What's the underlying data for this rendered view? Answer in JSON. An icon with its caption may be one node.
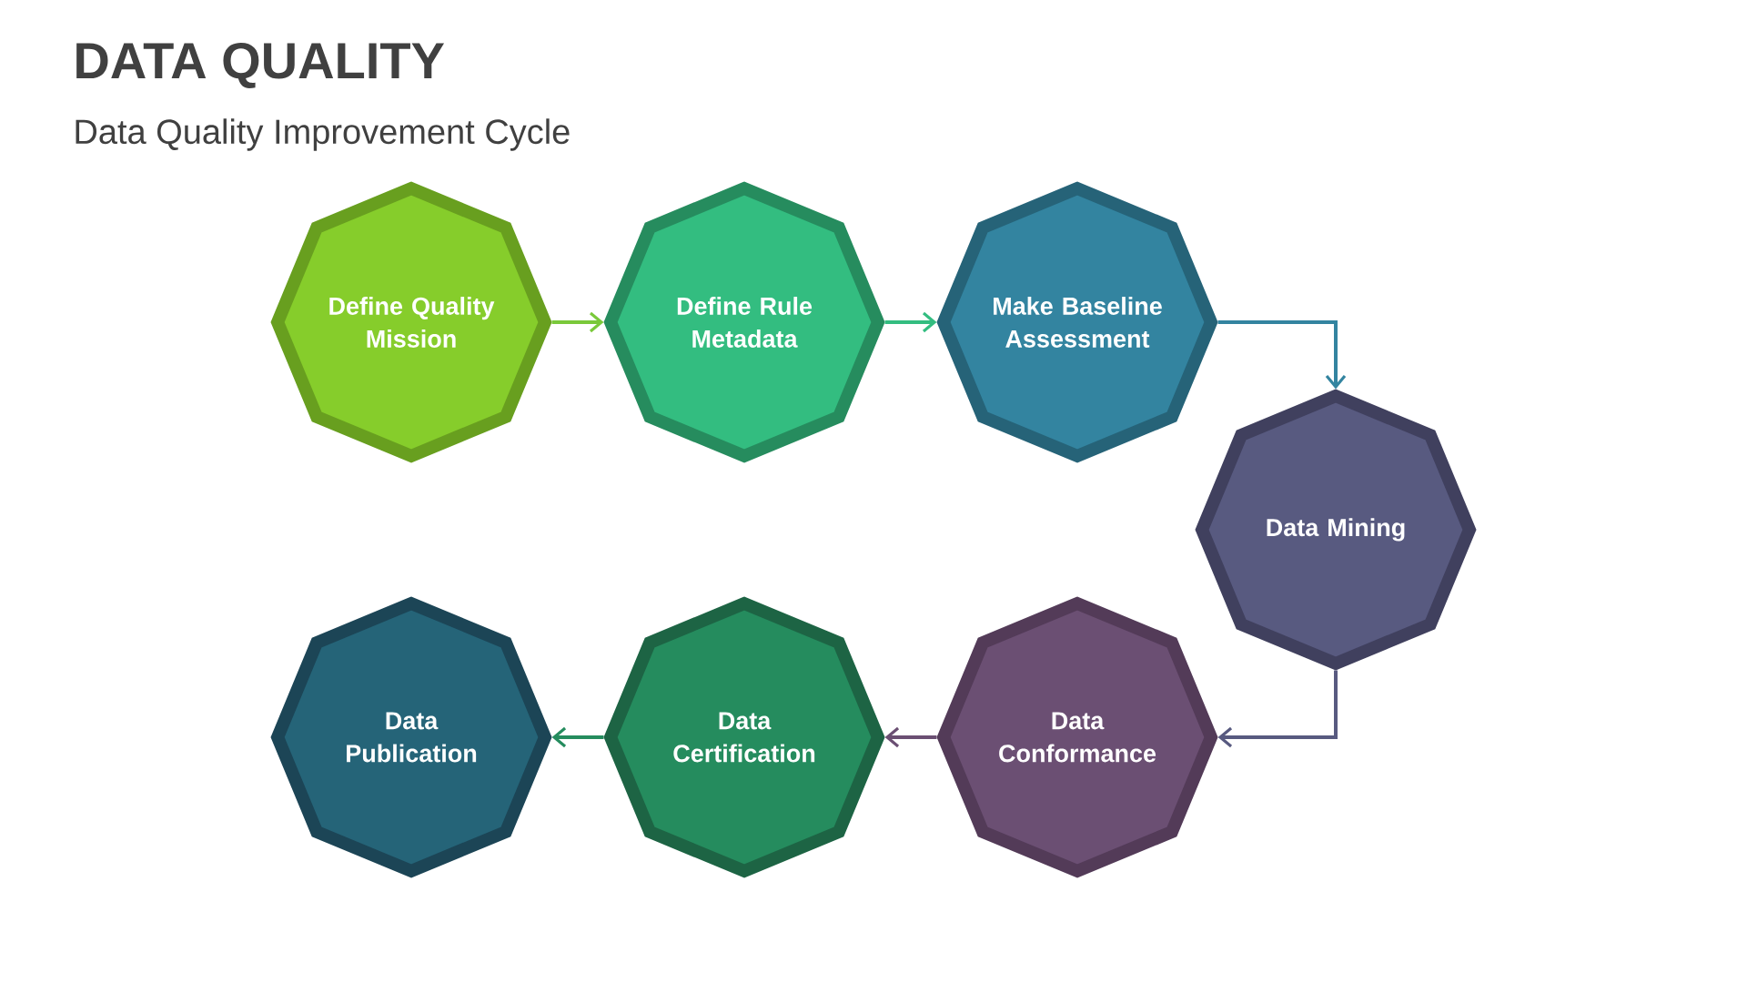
{
  "diagram": {
    "title": "DATA QUALITY",
    "caption": "Data Quality Improvement Cycle",
    "nodes": [
      {
        "text": [
          "Define Quality Mission"
        ]
      },
      {
        "text": [
          "Define Rule Metadata"
        ]
      },
      {
        "text": [
          "Make Baseline Assessment"
        ]
      },
      {
        "text": [
          "Data Mining"
        ]
      },
      {
        "text": [
          "Data Conformance"
        ]
      },
      {
        "text": [
          "Data Certification"
        ]
      },
      {
        "text": [
          "Data Publication"
        ]
      }
    ],
    "edges": [
      {
        "from": 0,
        "to": 1,
        "arrow": "to",
        "color": "#7ac93a"
      },
      {
        "from": 1,
        "to": 2,
        "arrow": "to",
        "color": "#33bd80"
      },
      {
        "from": 2,
        "to": 3,
        "arrow": "to",
        "color": "#3384a0"
      },
      {
        "from": 3,
        "to": 4,
        "arrow": "to",
        "color": "#585a80"
      },
      {
        "from": 4,
        "to": 5,
        "arrow": "to",
        "color": "#6b4f73"
      },
      {
        "from": 5,
        "to": 6,
        "arrow": "to",
        "color": "#258c5e"
      }
    ]
  }
}
